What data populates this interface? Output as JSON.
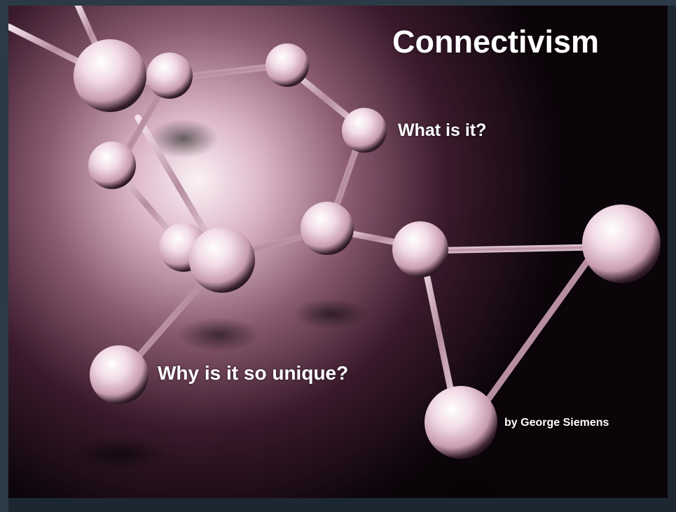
{
  "slide": {
    "title": "Connectivism",
    "question_1": "What is it?",
    "question_2": "Why is it so unique?",
    "byline": "by George Siemens"
  },
  "colors": {
    "background_dark": "#0d070c",
    "glow_pink": "#e8c2d4",
    "sphere_pink": "#e6c8d6",
    "frame": "#2c3a47",
    "text": "#ffffff"
  },
  "icons": [
    "molecule-illustration"
  ]
}
